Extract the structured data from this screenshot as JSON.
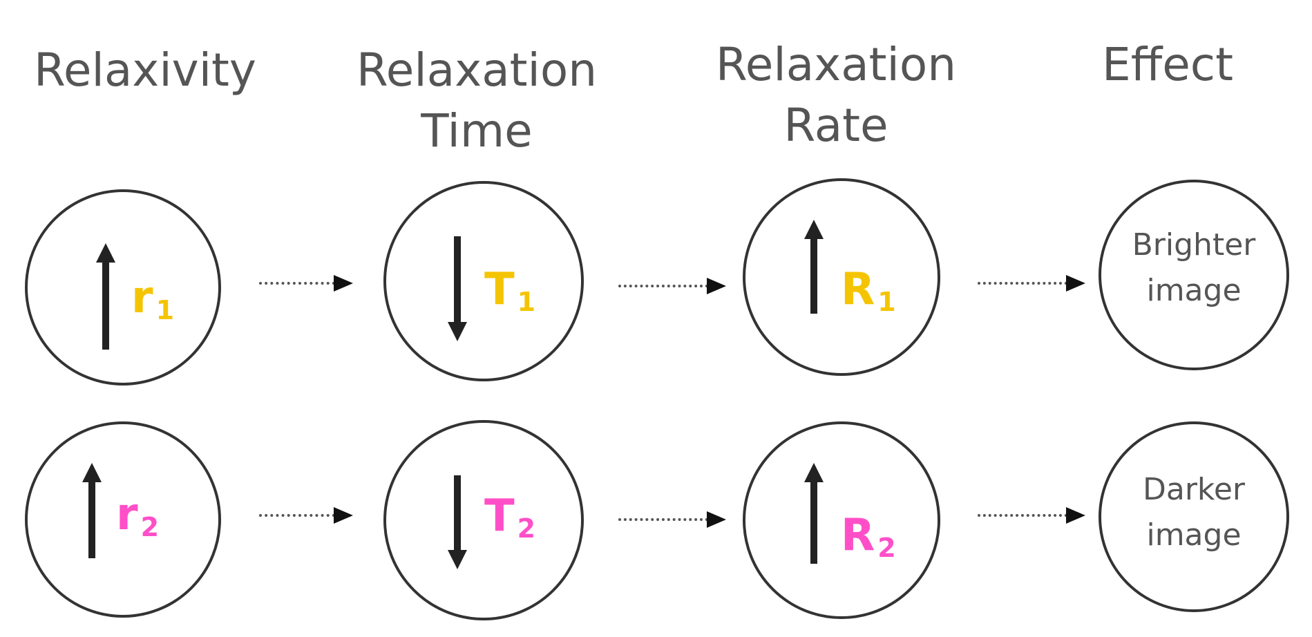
{
  "columns": {
    "relaxivity": "Relaxivity",
    "relaxation_time_line1": "Relaxation",
    "relaxation_time_line2": "Time",
    "relaxation_rate_line1": "Relaxation",
    "relaxation_rate_line2": "Rate",
    "effect": "Effect"
  },
  "rows": [
    {
      "relaxivity": {
        "direction": "up",
        "symbol": "r",
        "subscript": "1"
      },
      "relaxation_time": {
        "direction": "down",
        "symbol": "T",
        "subscript": "1"
      },
      "relaxation_rate": {
        "direction": "up",
        "symbol": "R",
        "subscript": "1"
      },
      "effect_line1": "Brighter",
      "effect_line2": "image",
      "color": "#F5C400"
    },
    {
      "relaxivity": {
        "direction": "up",
        "symbol": "r",
        "subscript": "2"
      },
      "relaxation_time": {
        "direction": "down",
        "symbol": "T",
        "subscript": "2"
      },
      "relaxation_rate": {
        "direction": "up",
        "symbol": "R",
        "subscript": "2"
      },
      "effect_line1": "Darker",
      "effect_line2": "image",
      "color": "#FF4FC8"
    }
  ]
}
